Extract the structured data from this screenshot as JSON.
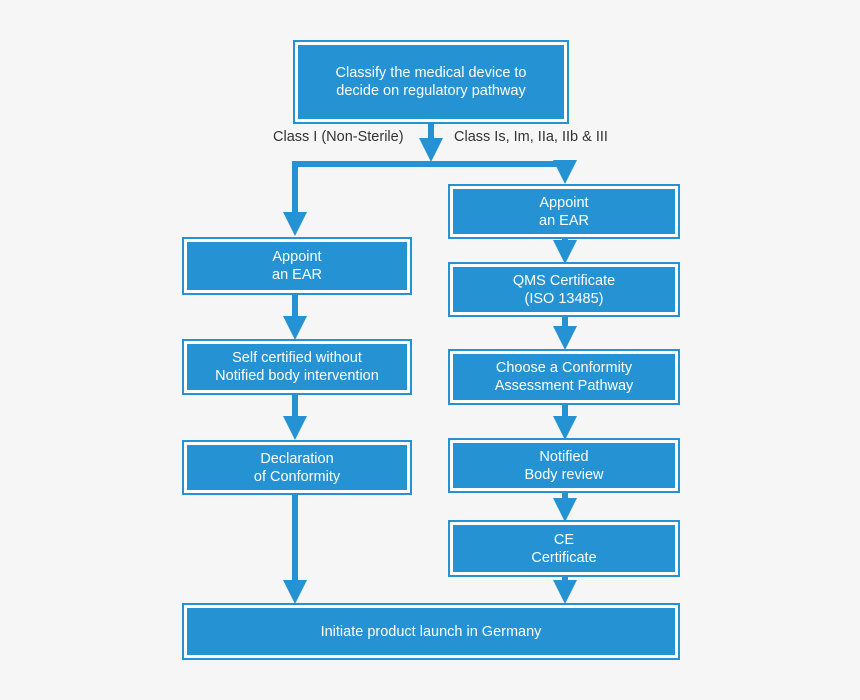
{
  "colors": {
    "box_fill": "#2593d3",
    "box_border": "#2593d3",
    "connector": "#2593d3",
    "background": "#f6f6f6",
    "label_text": "#333333"
  },
  "start": {
    "label": "Classify the medical device to\ndecide on regulatory pathway"
  },
  "branches": {
    "left_label": "Class I (Non-Sterile)",
    "right_label": "Class Is, Im, IIa, IIb & III"
  },
  "left_path": {
    "step1": "Appoint\nan EAR",
    "step2": "Self certified without\nNotified body intervention",
    "step3": "Declaration\nof Conformity"
  },
  "right_path": {
    "step1": "Appoint\nan EAR",
    "step2": "QMS Certificate\n(ISO 13485)",
    "step3": "Choose a Conformity\nAssessment Pathway",
    "step4": "Notified\nBody review",
    "step5": "CE\nCertificate"
  },
  "end": {
    "label": "Initiate product launch in Germany"
  }
}
